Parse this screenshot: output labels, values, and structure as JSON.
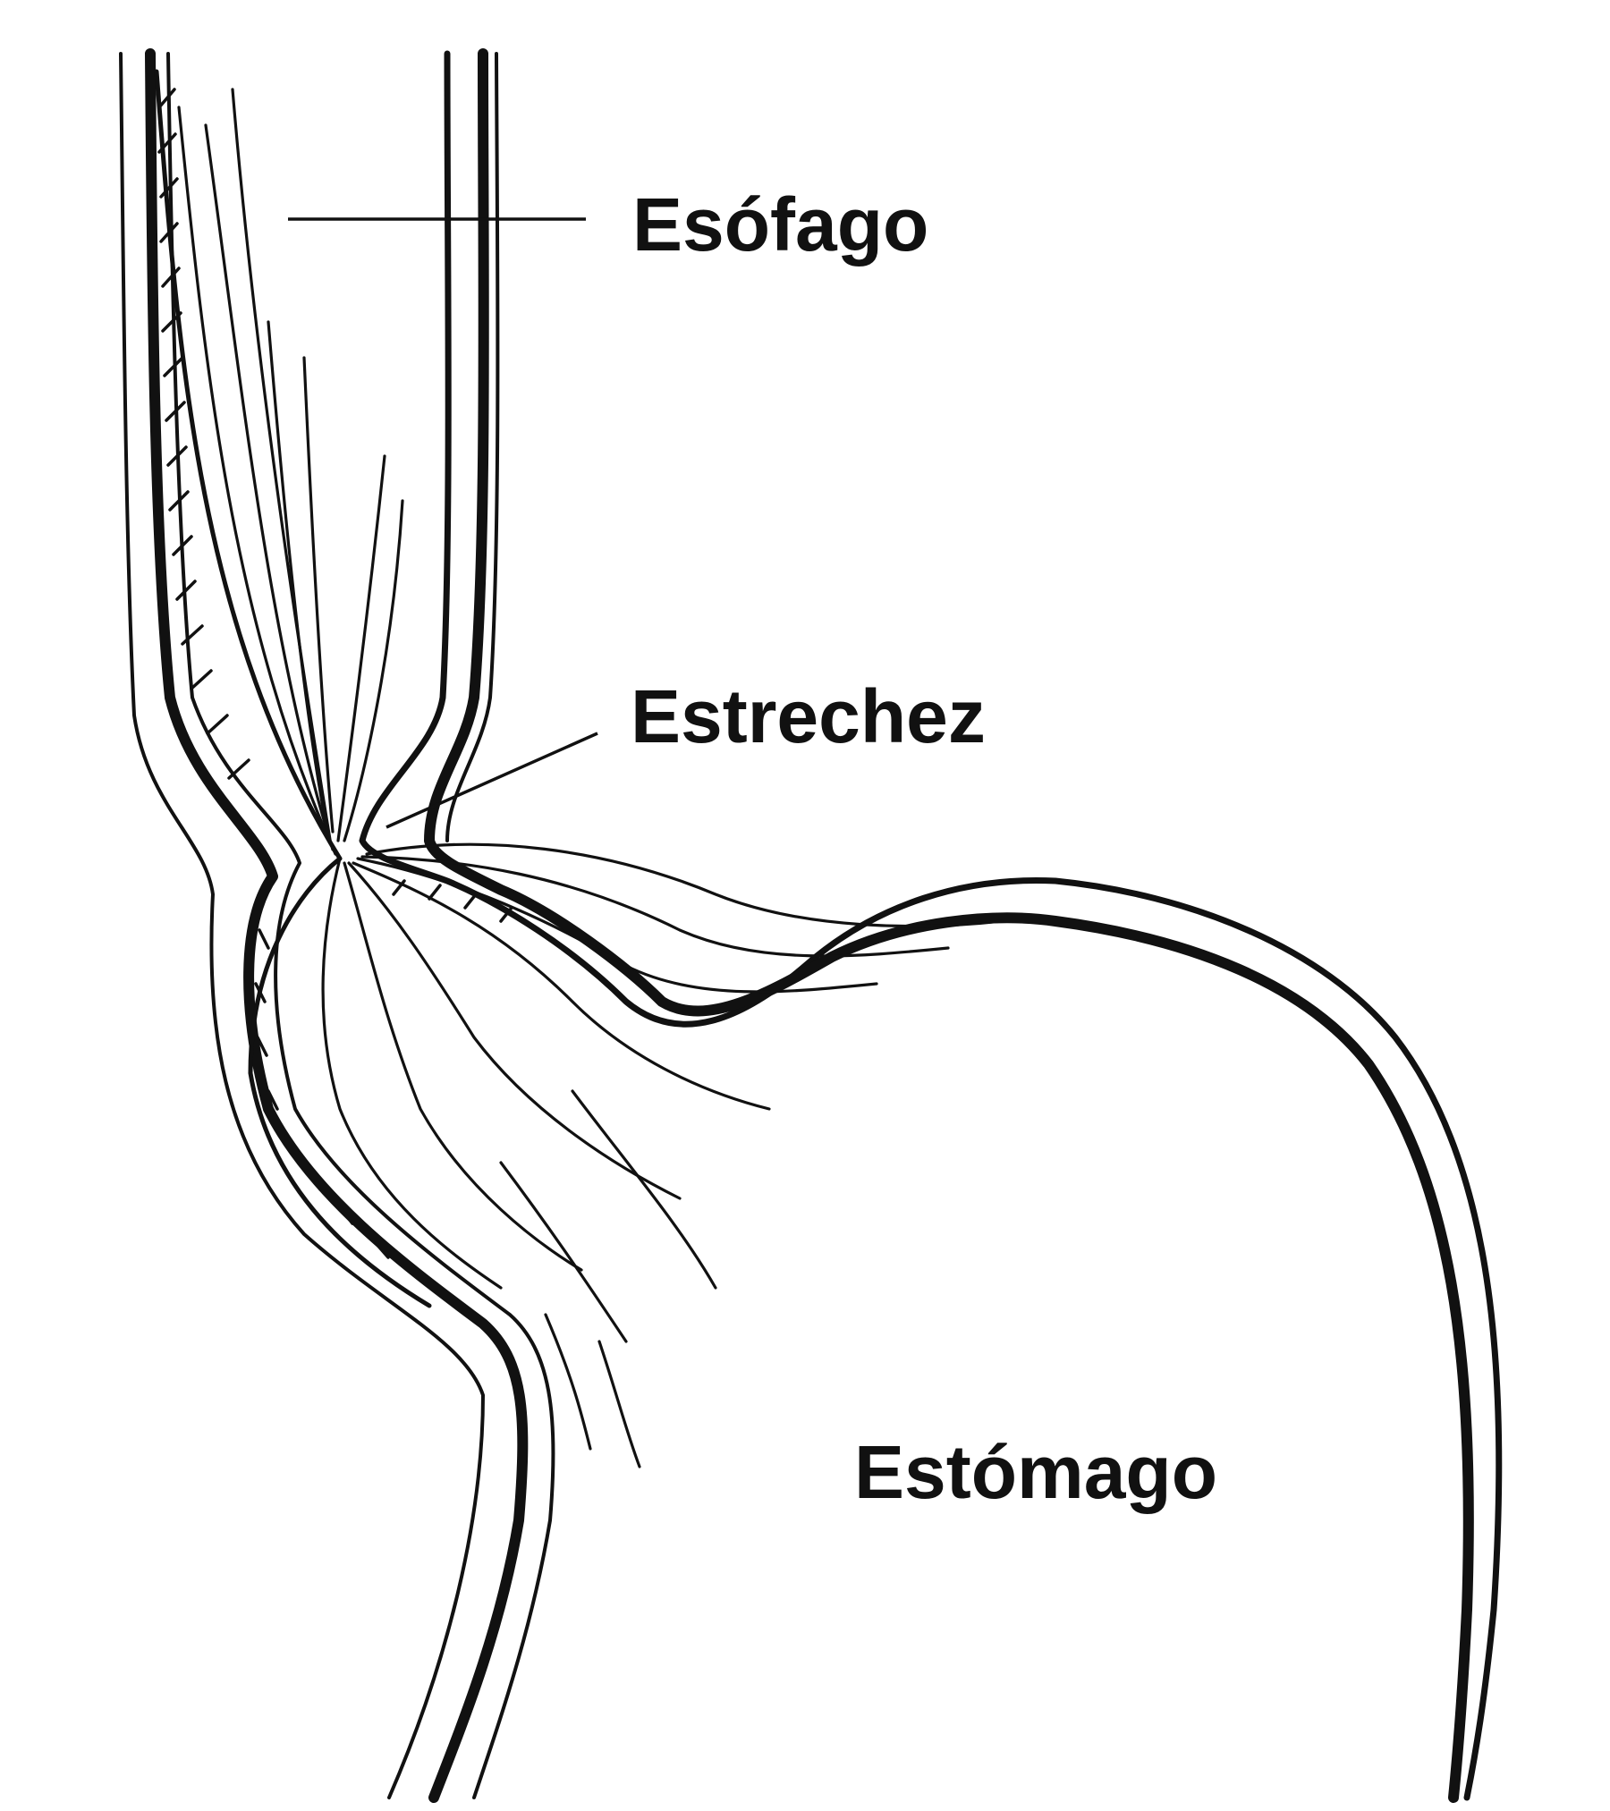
{
  "labels": {
    "esofago": "Esófago",
    "estrechez": "Estrechez",
    "estomago": "Estómago"
  }
}
